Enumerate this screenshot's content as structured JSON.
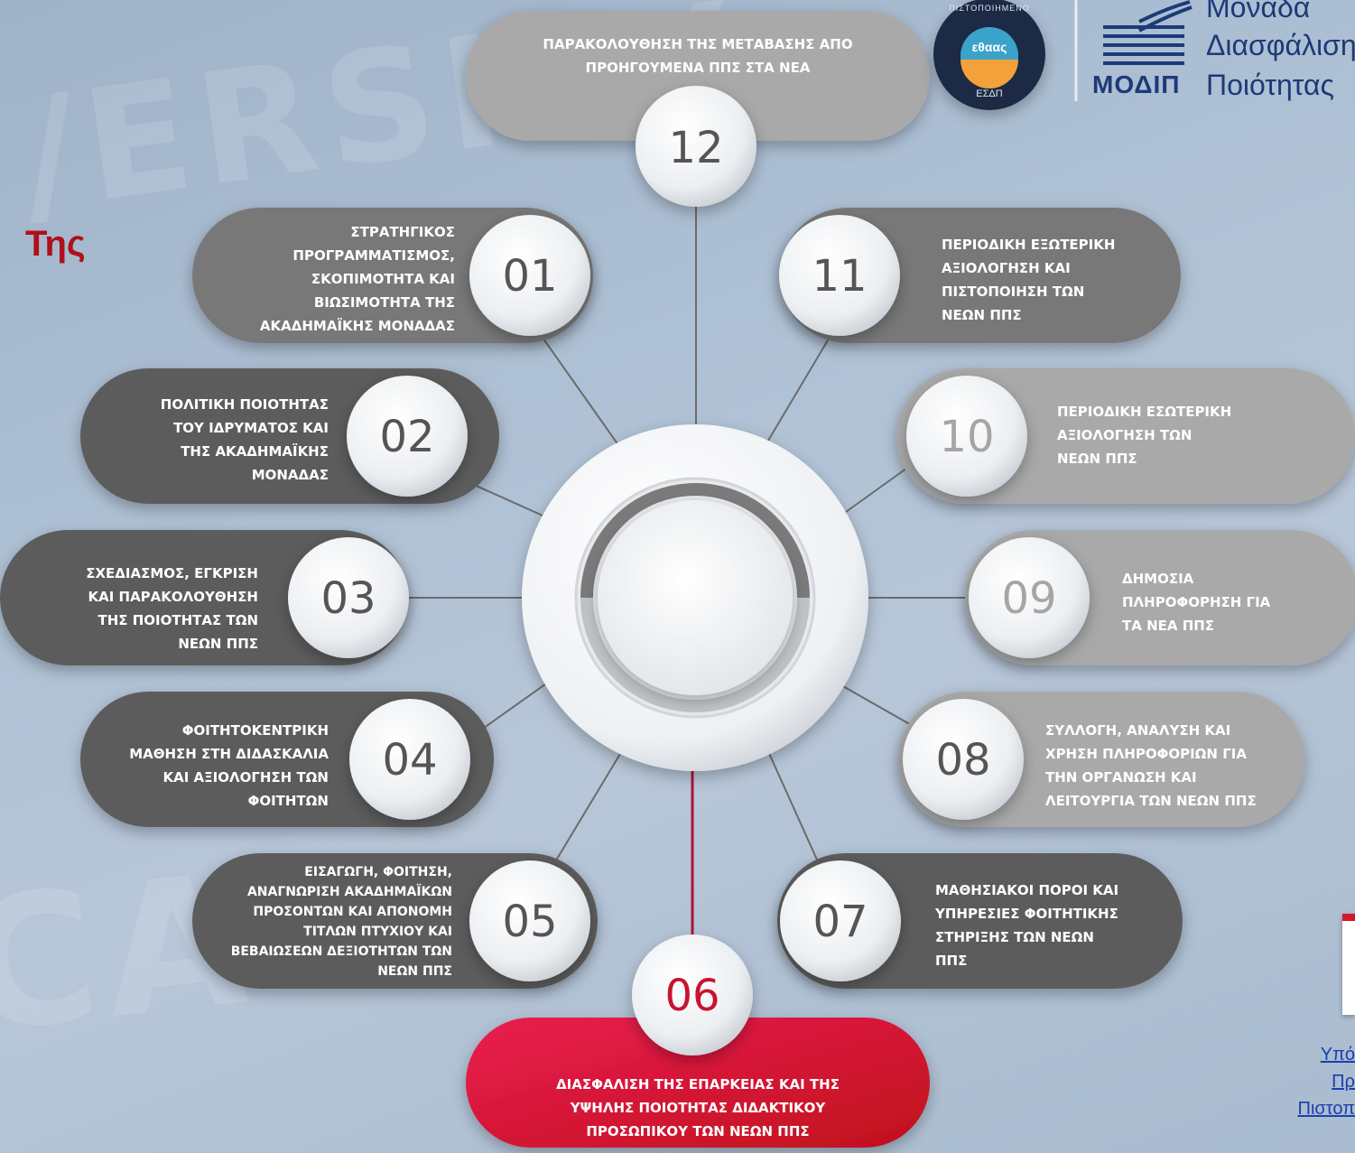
{
  "side_title": "Της",
  "logo": {
    "line1": "Μονάδα",
    "line2": "Διασφάλιση",
    "line3_abbr": "ΜΟΔΙΠ",
    "line3": "Ποιότητας",
    "badge_top": "ΠΙΣΤΟΠΟΙΗΜΕΝΟ",
    "badge_mid": "εθαας",
    "badge_bottom": "ΕΣΔΠ"
  },
  "links": [
    "Υπό",
    "Πρ",
    "Πιστοπ"
  ],
  "nodes": [
    {
      "num": "12",
      "text": [
        "ΠΑΡΑΚΟΛΟΥΘΗΣΗ ΤΗΣ ΜΕΤΑΒΑΣΗΣ ΑΠΟ",
        "ΠΡΟΗΓΟΥΜΕΝΑ ΠΠΣ ΣΤΑ ΝΕΑ"
      ]
    },
    {
      "num": "01",
      "text": [
        "ΣΤΡΑΤΗΓΙΚΟΣ",
        "ΠΡΟΓΡΑΜΜΑΤΙΣΜΟΣ,",
        "ΣΚΟΠΙΜΟΤΗΤΑ ΚΑΙ",
        "ΒΙΩΣΙΜΟΤΗΤΑ ΤΗΣ",
        "ΑΚΑΔΗΜΑΪΚΗΣ ΜΟΝΑΔΑΣ"
      ]
    },
    {
      "num": "11",
      "text": [
        "ΠΕΡΙΟΔΙΚΗ ΕΞΩΤΕΡΙΚΗ",
        "ΑΞΙΟΛΟΓΗΣΗ ΚΑΙ",
        "ΠΙΣΤΟΠΟΙΗΣΗ ΤΩΝ",
        "ΝΕΩΝ ΠΠΣ"
      ]
    },
    {
      "num": "02",
      "text": [
        "ΠΟΛΙΤΙΚΗ ΠΟΙΟΤΗΤΑΣ",
        "ΤΟΥ ΙΔΡΥΜΑΤΟΣ ΚΑΙ",
        "ΤΗΣ ΑΚΑΔΗΜΑΪΚΗΣ",
        "ΜΟΝΑΔΑΣ"
      ]
    },
    {
      "num": "10",
      "text": [
        "ΠΕΡΙΟΔΙΚΗ ΕΣΩΤΕΡΙΚΗ",
        "ΑΞΙΟΛΟΓΗΣΗ ΤΩΝ",
        "ΝΕΩΝ ΠΠΣ"
      ]
    },
    {
      "num": "03",
      "text": [
        "ΣΧΕΔΙΑΣΜΟΣ, ΕΓΚΡΙΣΗ",
        "ΚΑΙ ΠΑΡΑΚΟΛΟΥΘΗΣΗ",
        "ΤΗΣ ΠΟΙΟΤΗΤΑΣ ΤΩΝ",
        "ΝΕΩΝ ΠΠΣ"
      ]
    },
    {
      "num": "09",
      "text": [
        "ΔΗΜΟΣΙΑ",
        "ΠΛΗΡΟΦΟΡΗΣΗ ΓΙΑ",
        "ΤΑ ΝΕΑ ΠΠΣ"
      ]
    },
    {
      "num": "04",
      "text": [
        "ΦΟΙΤΗΤΟΚΕΝΤΡΙΚΗ",
        "ΜΑΘΗΣΗ ΣΤΗ ΔΙΔΑΣΚΑΛΙΑ",
        "ΚΑΙ ΑΞΙΟΛΟΓΗΣΗ ΤΩΝ",
        "ΦΟΙΤΗΤΩΝ"
      ]
    },
    {
      "num": "08",
      "text": [
        "ΣΥΛΛΟΓΗ, ΑΝΑΛΥΣΗ ΚΑΙ",
        "ΧΡΗΣΗ ΠΛΗΡΟΦΟΡΙΩΝ ΓΙΑ",
        "ΤΗΝ ΟΡΓΑΝΩΣΗ ΚΑΙ",
        "ΛΕΙΤΟΥΡΓΙΑ ΤΩΝ ΝΕΩΝ ΠΠΣ"
      ]
    },
    {
      "num": "05",
      "text": [
        "ΕΙΣΑΓΩΓΗ, ΦΟΙΤΗΣΗ,",
        "ΑΝΑΓΝΩΡΙΣΗ ΑΚΑΔΗΜΑΪΚΩΝ",
        "ΠΡΟΣΟΝΤΩΝ ΚΑΙ ΑΠΟΝΟΜΗ",
        "ΤΙΤΛΩΝ ΠΤΥΧΙΟΥ ΚΑΙ",
        "ΒΕΒΑΙΩΣΕΩΝ ΔΕΞΙΟΤΗΤΩΝ ΤΩΝ",
        "ΝΕΩΝ ΠΠΣ"
      ]
    },
    {
      "num": "07",
      "text": [
        "ΜΑΘΗΣΙΑΚΟΙ ΠΟΡΟΙ ΚΑΙ",
        "ΥΠΗΡΕΣΙΕΣ ΦΟΙΤΗΤΙΚΗΣ",
        "ΣΤΗΡΙΞΗΣ ΤΩΝ ΝΕΩΝ",
        "ΠΠΣ"
      ]
    },
    {
      "num": "06",
      "text": [
        "ΔΙΑΣΦΑΛΙΣΗ ΤΗΣ ΕΠΑΡΚΕΙΑΣ ΚΑΙ ΤΗΣ",
        "ΥΨΗΛΗΣ ΠΟΙΟΤΗΤΑΣ ΔΙΔΑΚΤΙΚΟΥ",
        "ΠΡΟΣΩΠΙΚΟΥ ΤΩΝ ΝΕΩΝ ΠΠΣ"
      ]
    }
  ],
  "colors": {
    "highlight": "#d8162b",
    "dark": "#5c5c5c",
    "medium": "#787878",
    "light": "#a9a9a9",
    "title_red": "#b0101a",
    "logo_blue": "#1c3a78"
  }
}
